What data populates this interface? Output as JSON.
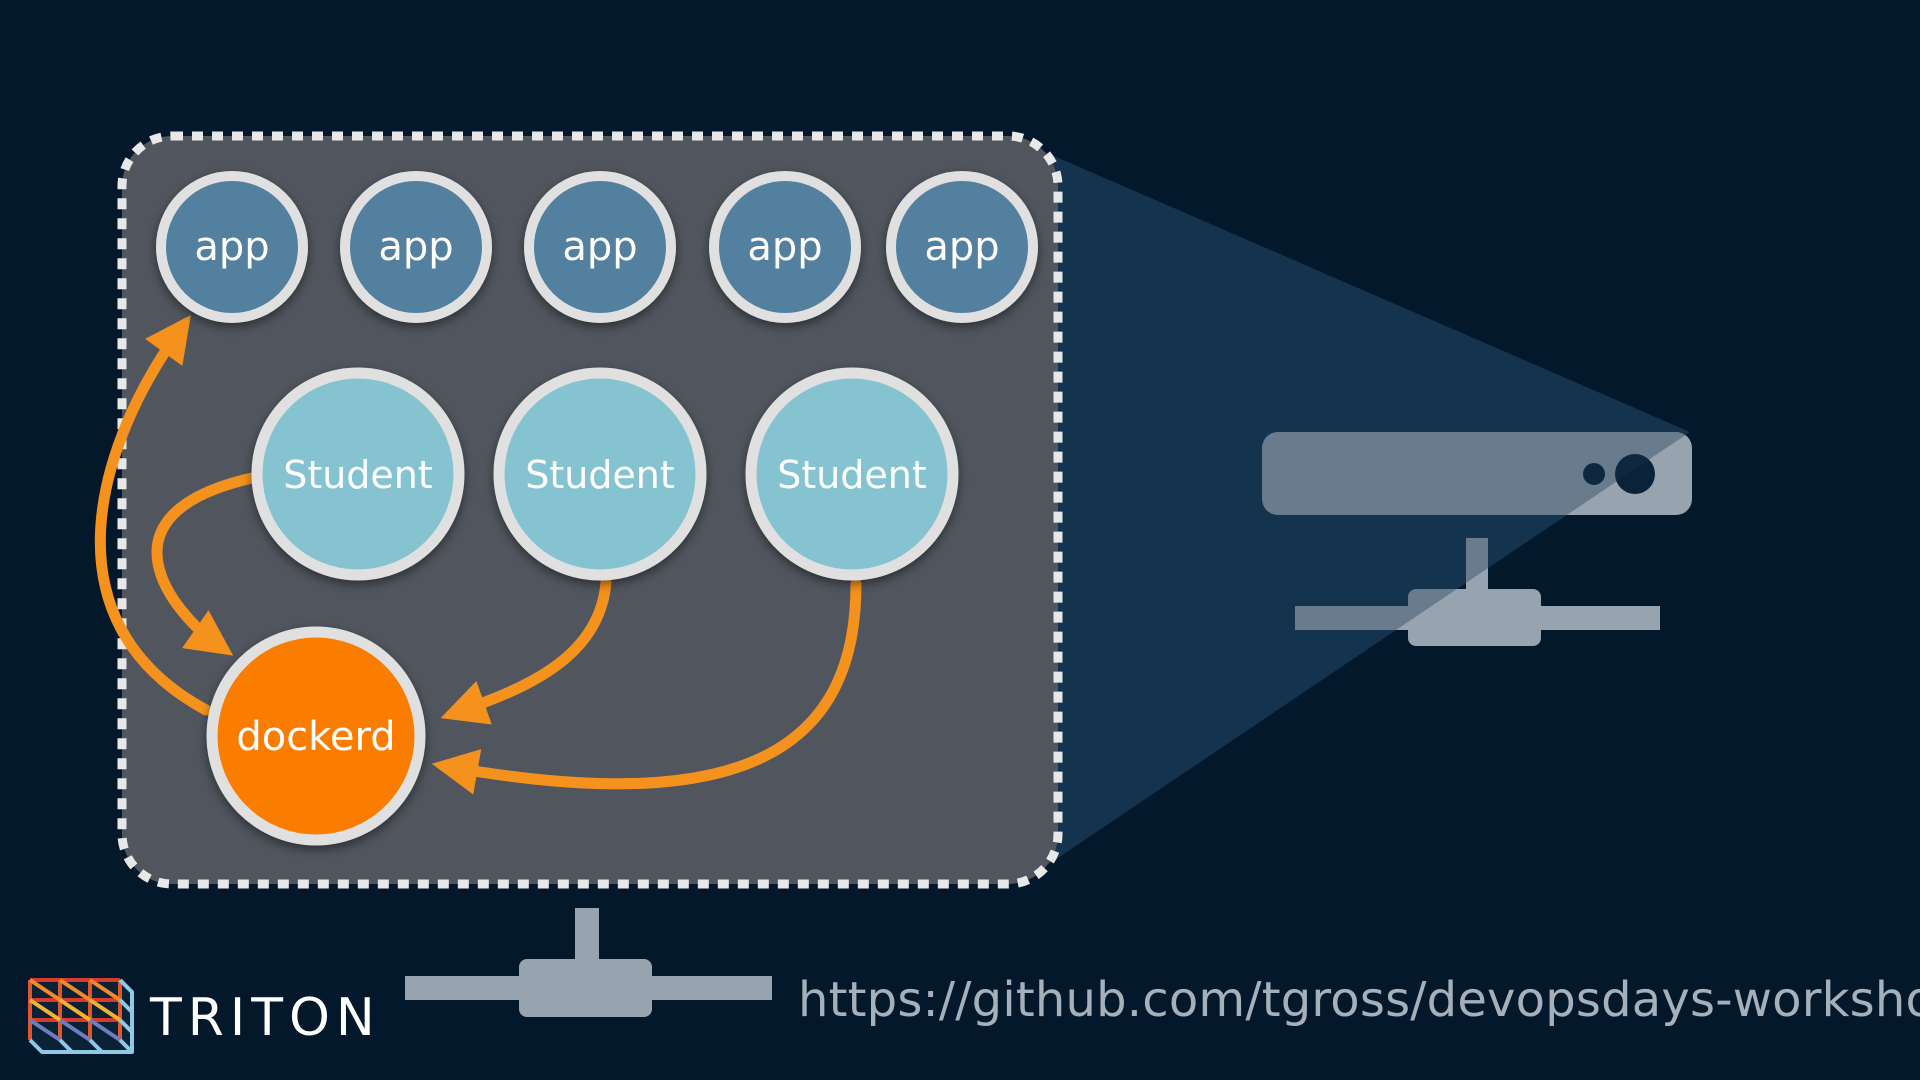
{
  "brand": {
    "name": "TRITON"
  },
  "footer": {
    "url": "https://github.com/tgross/devopsdays-workshop"
  },
  "nodes": {
    "apps": [
      {
        "label": "app"
      },
      {
        "label": "app"
      },
      {
        "label": "app"
      },
      {
        "label": "app"
      },
      {
        "label": "app"
      }
    ],
    "students": [
      {
        "label": "Student"
      },
      {
        "label": "Student"
      },
      {
        "label": "Student"
      }
    ],
    "daemon": {
      "label": "dockerd"
    }
  },
  "colors": {
    "background": "#03192b",
    "host_box": "#50555e",
    "app_node": "#52809f",
    "student_node": "#85c3d1",
    "dockerd_node": "#fb7d06",
    "arrow": "#f5921e",
    "node_ring": "#e0e0e0",
    "server": "#97a3ae",
    "beam": "#14344f"
  }
}
